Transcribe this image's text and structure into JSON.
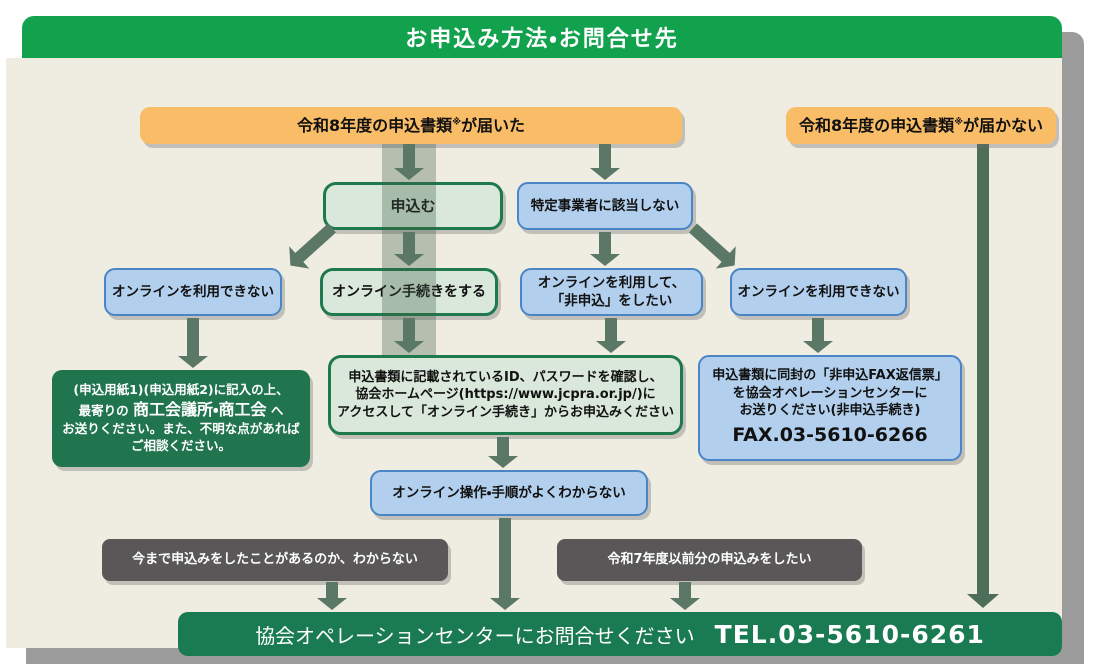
{
  "header": {
    "title": "お申込み方法・お問合せ先"
  },
  "nodes": {
    "received": {
      "text": "令和8年度の申込書類",
      "note": "※",
      "suffix": "が届いた"
    },
    "not_received": {
      "text": "令和8年度の申込書類",
      "note": "※",
      "suffix": "が届かない"
    },
    "apply": {
      "label": "申込む"
    },
    "not_applicable": {
      "label": "特定事業者に該当しない"
    },
    "no_online_left": {
      "label": "オンラインを利用できない"
    },
    "online_procedure": {
      "label": "オンライン手続きをする"
    },
    "optout_online": {
      "line1": "オンラインを利用して、",
      "line2": "「非申込」をしたい"
    },
    "no_online_right": {
      "label": "オンラインを利用できない"
    },
    "mail_info": {
      "line1": "(申込用紙1)(申込用紙2)に記入の上、",
      "line2_pre": "最寄りの ",
      "line2_strong": "商工会議所・商工会",
      "line2_post": " へ",
      "line3": "お送りください。また、不明な点があれば",
      "line4": "ご相談ください。"
    },
    "online_info": {
      "line1": "申込書類に記載されているID、パスワードを確認し、",
      "line2": "協会ホームページ(https://www.jcpra.or.jp/)に",
      "line3": "アクセスして「オンライン手続き」からお申込みください"
    },
    "fax_info": {
      "line1": "申込書類に同封の「非申込FAX返信票」",
      "line2": "を協会オペレーションセンターに",
      "line3": "お送りください(非申込手続き)",
      "fax": "FAX.03-5610-6266"
    },
    "online_confused": {
      "label": "オンライン操作・手順がよくわからない"
    },
    "unsure_history": {
      "label": "今まで申込みをしたことがあるのか、わからない"
    },
    "previous_year": {
      "label": "令和7年度以前分の申込みをしたい"
    }
  },
  "footer": {
    "text": "協会オペレーションセンターにお問合せください",
    "tel": "TEL.03-5610-6261"
  },
  "colors": {
    "header_green": "#12A24E",
    "footer_green": "#1A7B52",
    "dark_green_box": "#20744E",
    "light_green_box": "#D9E8DA",
    "green_border": "#1E7A4C",
    "orange_box": "#F9BD68",
    "blue_box": "#B2D0EE",
    "blue_border": "#4A85C5",
    "gray_box": "#595757",
    "arrow": "#5B7866",
    "card_background": "#EFECE1",
    "drop_shadow": "#9B9B9B"
  }
}
